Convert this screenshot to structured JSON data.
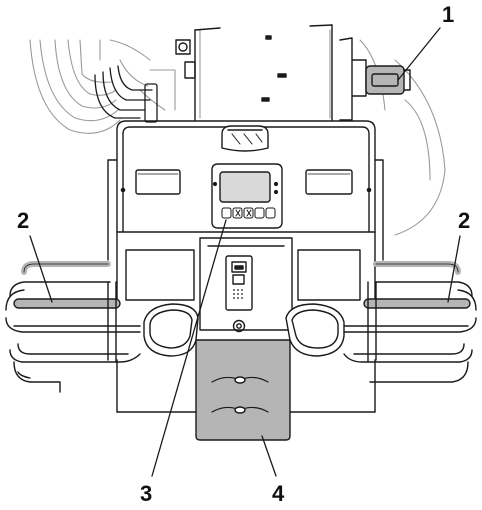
{
  "callouts": {
    "one": "1",
    "two_left": "2",
    "two_right": "2",
    "three": "3",
    "four": "4"
  },
  "colors": {
    "line": "#1a1a1a",
    "faint_line": "#9a9a9a",
    "highlight": "#b5b5b5",
    "panel": "#ffffff",
    "display": "#d9d9d9"
  }
}
